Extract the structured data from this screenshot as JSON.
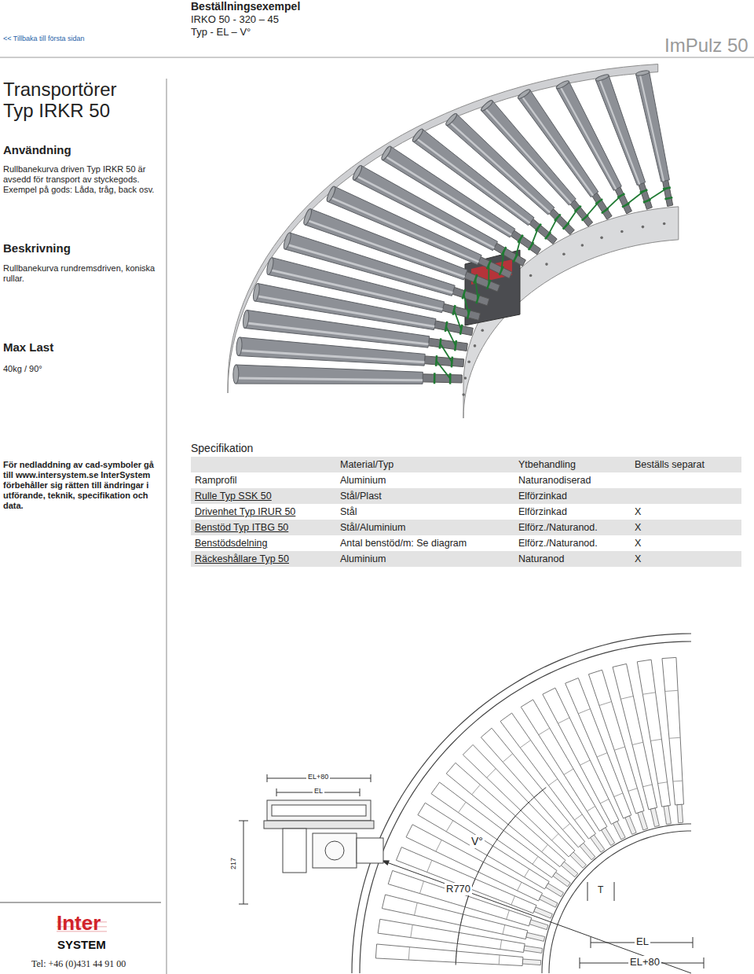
{
  "diagram": {
    "title": "Transportörer Typ IRKR 50",
    "labels": [
      "<< Tillbaka till första sidan",
      "Beställningsexempel",
      "IRKO 50 - 320 – 45",
      "Typ - EL – V°",
      "ImPulz 50",
      "Användning",
      "Rullbanekurva driven Typ IRKR 50 är avsedd för transport av styckegods. Exempel på gods: Låda, tråg, back osv.",
      "Beskrivning",
      "Rullbanekurva rundremsdriven, koniska rullar.",
      "Max Last",
      "40kg / 90°",
      "För nedladdning av cad-symboler gå till www.intersystem.se InterSystem förbehåller sig rätten till ändringar i utförande, teknik, specifikation och data.",
      "Specifikation",
      "Material/Typ",
      "Ytbehandling",
      "Beställs separat",
      "Ramprofil",
      "Aluminium",
      "Naturanodiserad",
      "Rulle Typ SSK 50",
      "Stål/Plast",
      "Elförzinkad",
      "Drivenhet Typ IRUR 50",
      "Stål",
      "Elförzinkad",
      "X",
      "Benstöd Typ ITBG 50",
      "Stål/Aluminium",
      "Elförz./Naturanod.",
      "X",
      "Benstödsdelning",
      "Antal benstöd/m: Se diagram",
      "Elförz./Naturanod.",
      "X",
      "Räckeshållare Typ 50",
      "Aluminium",
      "Naturanod",
      "X",
      "EL+80",
      "EL",
      "217",
      "V°",
      "R770",
      "T",
      "EL",
      "EL+80",
      "Inter",
      "SYSTEM",
      "Tel: +46 (0)431 44 91 00"
    ]
  }
}
